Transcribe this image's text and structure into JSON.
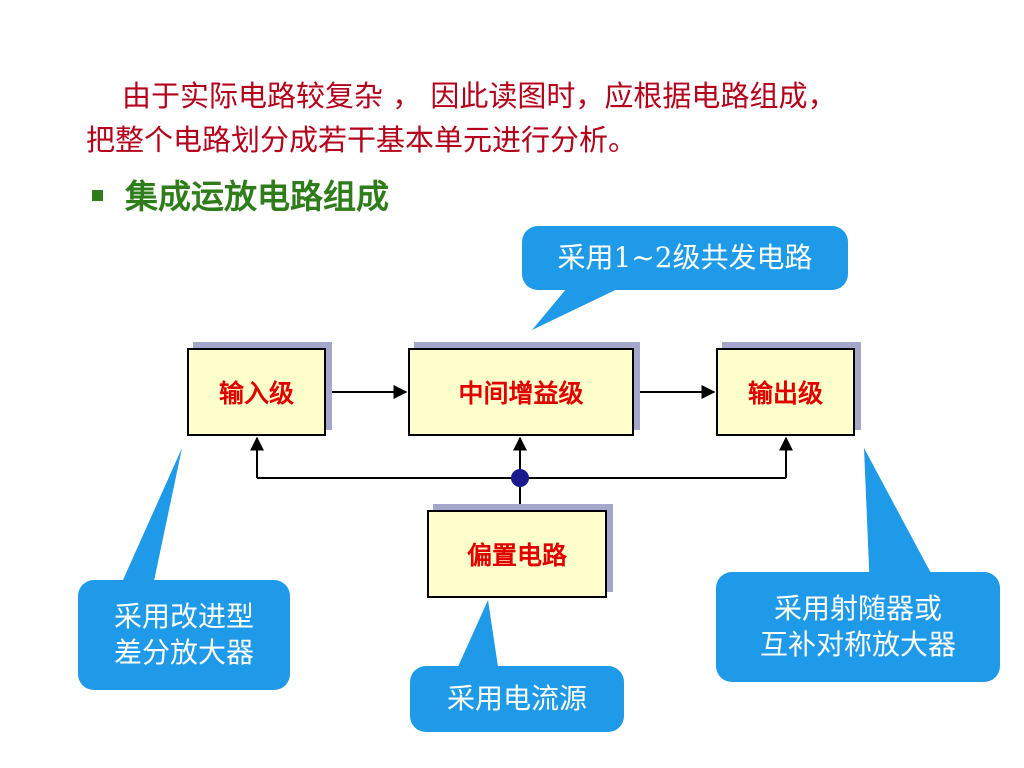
{
  "intro": {
    "line1": "由于实际电路较复杂 ， 因此读图时，应根据电路组成，",
    "line2": "把整个电路划分成若干基本单元进行分析。"
  },
  "heading": "集成运放电路组成",
  "blocks": {
    "input": "输入级",
    "middle": "中间增益级",
    "output": "输出级",
    "bias": "偏置电路"
  },
  "callouts": {
    "top": "采用1~2级共发电路",
    "left_line1": "采用改进型",
    "left_line2": "差分放大器",
    "bottom": "采用电流源",
    "right_line1": "采用射随器或",
    "right_line2": "互补对称放大器"
  },
  "colors": {
    "title_red": "#b5001b",
    "heading_green": "#2e7d1a",
    "block_text_red": "#e00000",
    "block_fill": "#ffffcc",
    "block_shadow": "#a4a7c9",
    "callout_blue": "#1e9ae8",
    "junction_dot": "#1a1a8c"
  }
}
